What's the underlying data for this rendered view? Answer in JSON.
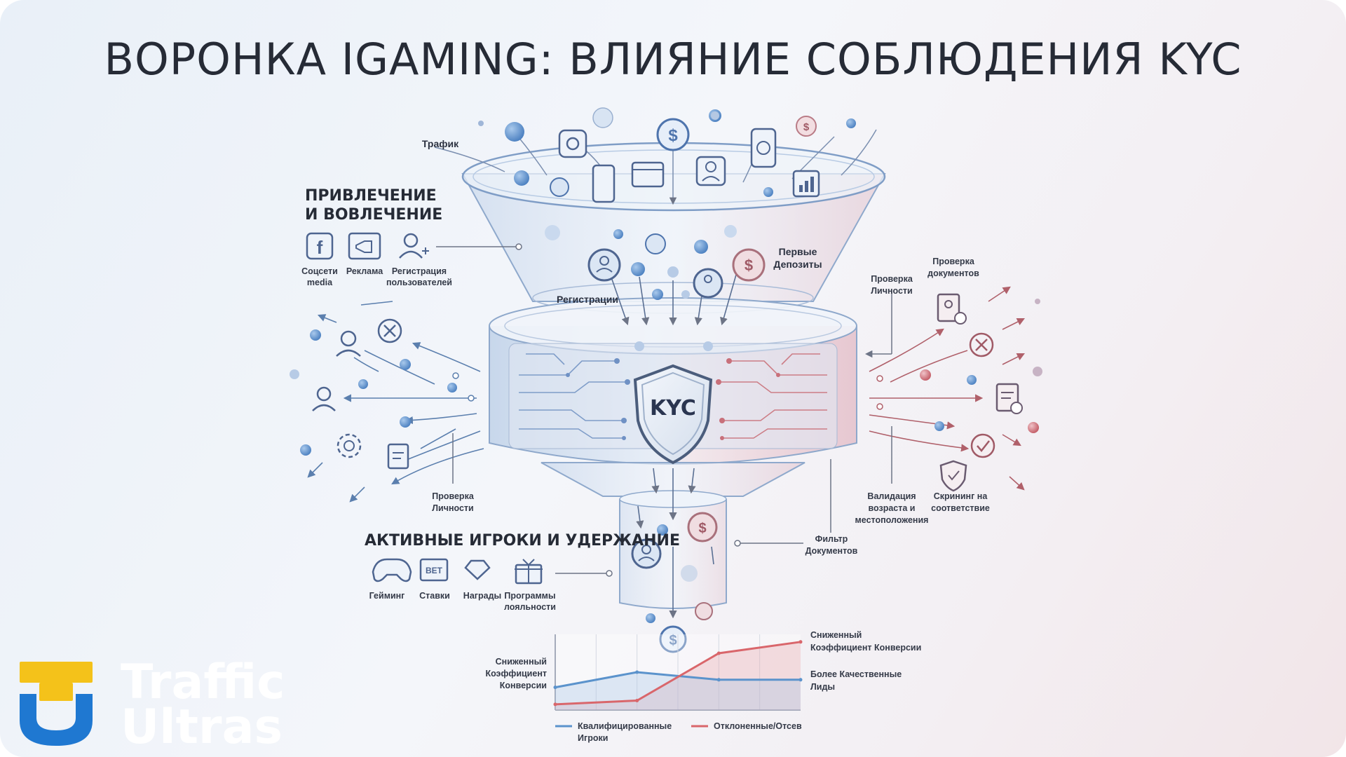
{
  "title": "ВОРОНКА IGAMING: ВЛИЯНИЕ СОБЛЮДЕНИЯ KYC",
  "labels": {
    "traffic": "Трафик",
    "registrations": "Регистрации",
    "first_deposits_1": "Первые",
    "first_deposits_2": "Депозиты",
    "kyc": "KYC",
    "identity_left_1": "Проверка",
    "identity_left_2": "Личности",
    "identity_right_1": "Проверка",
    "identity_right_2": "Личности",
    "docs_check_1": "Проверка",
    "docs_check_2": "документов",
    "age_geo_1": "Валидация",
    "age_geo_2": "возраста и",
    "age_geo_3": "местоположения",
    "compliance_1": "Скрининг на",
    "compliance_2": "соответствие",
    "doc_filter_1": "Фильтр",
    "doc_filter_2": "Документов"
  },
  "attraction": {
    "heading_1": "ПРИВЛЕЧЕНИЕ",
    "heading_2": "И ВОВЛЕЧЕНИЕ",
    "social_1": "Соцсети",
    "social_2": "media",
    "ads": "Реклама",
    "signup_1": "Регистрация",
    "signup_2": "пользователей"
  },
  "retention": {
    "heading": "АКТИВНЫЕ ИГРОКИ И УДЕРЖАНИЕ",
    "gaming": "Гейминг",
    "bets": "Ставки",
    "rewards": "Награды",
    "loyalty_1": "Программы",
    "loyalty_2": "лояльности"
  },
  "chart_data": {
    "type": "line",
    "annotations": {
      "low_1": "Сниженный",
      "low_2": "Коэффициент",
      "low_3": "Конверсии",
      "high_1": "Сниженный",
      "high_2": "Коэффициент Конверсии",
      "quality_1": "Более Качественные",
      "quality_2": "Лиды"
    },
    "x": [
      0,
      1,
      2,
      3
    ],
    "series": [
      {
        "name": "Квалифицированные Игроки",
        "values": [
          1.2,
          2.0,
          1.6,
          1.6
        ],
        "color": "#5b93cc"
      },
      {
        "name": "Отклоненные/Отсев",
        "values": [
          0.3,
          0.5,
          3.0,
          3.6
        ],
        "color": "#d9666b"
      }
    ],
    "legend": {
      "qualified_1": "Квалифицированные",
      "qualified_2": "Игроки",
      "rejected": "Отклоненные/Отсев"
    },
    "ylim": [
      0,
      4
    ],
    "legend_position": "bottom"
  },
  "logo": {
    "line1": "Traffic",
    "line2": "Ultras",
    "yellow": "#f4c21a",
    "blue": "#1f78d1"
  },
  "colors": {
    "blue": "#5b93cc",
    "red": "#d9666b",
    "ink": "#2b3140"
  }
}
